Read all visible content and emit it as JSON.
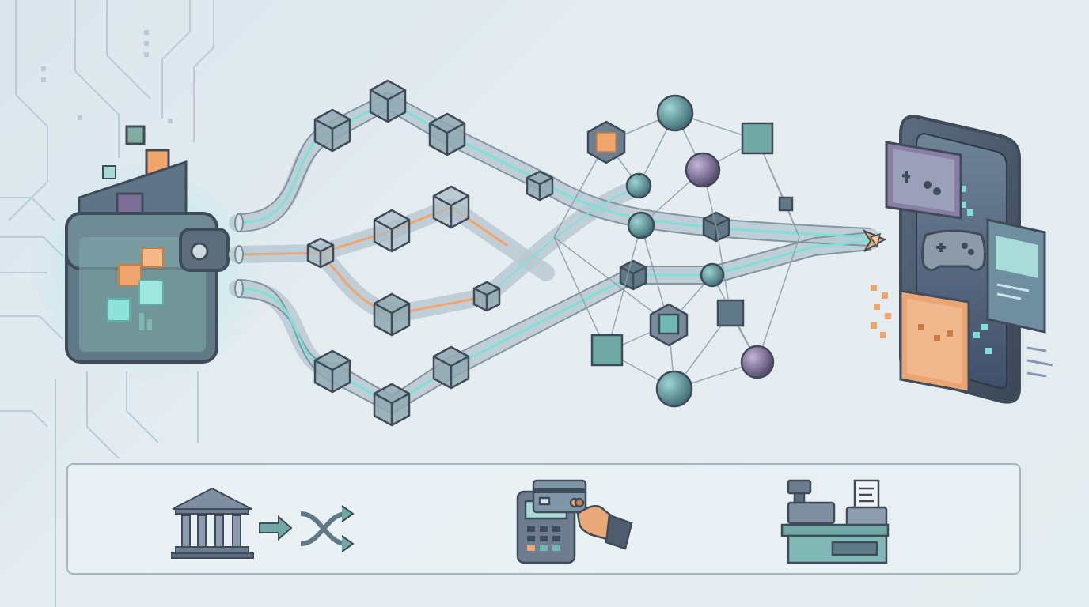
{
  "diagram": {
    "source": {
      "icon": "digital-wallet-icon"
    },
    "pipelines": {
      "lanes": 4,
      "junction": "blockchain-network"
    },
    "destination": {
      "icon": "gaming-phone-icon",
      "cards": [
        "gamepad-card-icon",
        "media-card-icon",
        "pixel-card-icon"
      ]
    }
  },
  "legend": {
    "items": [
      {
        "name": "bank-transfer",
        "icons": [
          "bank-icon",
          "arrow-right-icon",
          "shuffle-icon"
        ]
      },
      {
        "name": "card-payment",
        "icons": [
          "card-terminal-icon",
          "hand-card-icon"
        ]
      },
      {
        "name": "point-of-sale",
        "icons": [
          "cash-register-icon",
          "receipt-icon"
        ]
      }
    ]
  },
  "colors": {
    "background": "#e3ebef",
    "outline": "#3f4b59",
    "teal": "#6fb8b4",
    "orange": "#f0a56c",
    "purple": "#7d6e96",
    "glow": "#7fe0d8"
  }
}
